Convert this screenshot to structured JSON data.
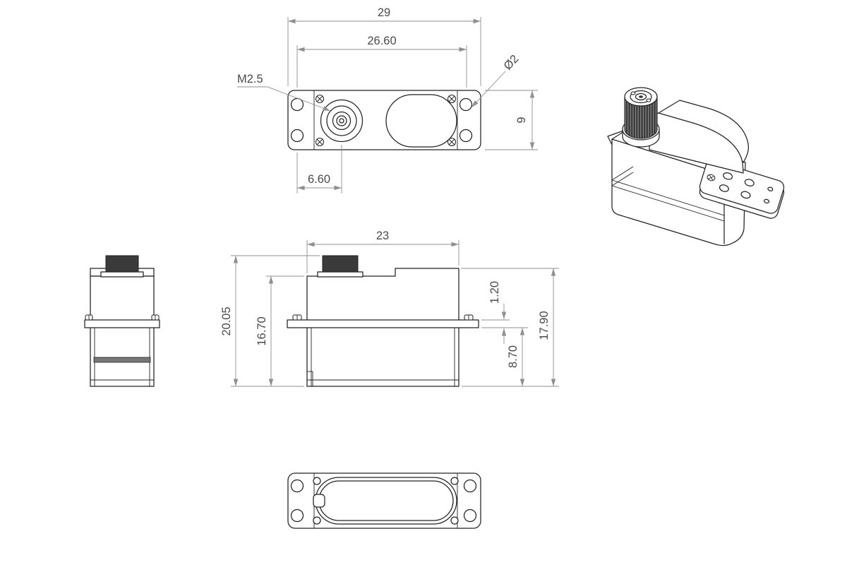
{
  "drawing": {
    "type": "servo-motor-technical-drawing",
    "colors": {
      "object_line": "#222222",
      "dimension_line": "#8f8f8f",
      "dimension_text": "#4a4a4a",
      "background": "#ffffff"
    },
    "dimensions": {
      "top": {
        "overall_width": "29",
        "inner_width": "26.60",
        "hole_diameter": "Ø2",
        "flange_depth": "9",
        "thread_callout": "M2.5",
        "shaft_offset": "6.60"
      },
      "side": {
        "case_length": "23",
        "overall_height": "20.05",
        "case_height": "16.70",
        "flange_thickness": "1.20",
        "upper_height": "17.90",
        "lower_height": "8.70"
      }
    }
  }
}
